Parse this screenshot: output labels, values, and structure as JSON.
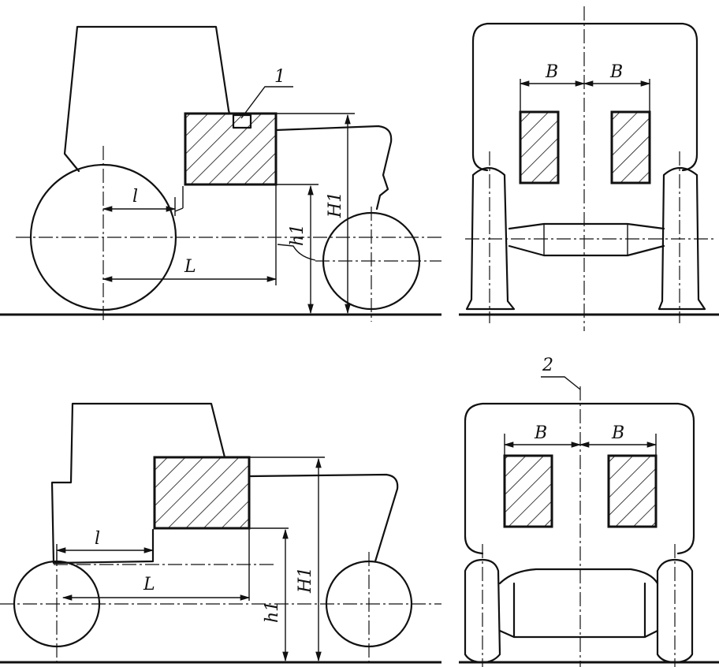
{
  "labels": {
    "callout_1": "1",
    "callout_2": "2",
    "dim_l": "l",
    "dim_L": "L",
    "dim_h1": "h1",
    "dim_H1": "H1",
    "dim_B": "B"
  },
  "colors": {
    "line": "#111111",
    "background": "#ffffff"
  }
}
